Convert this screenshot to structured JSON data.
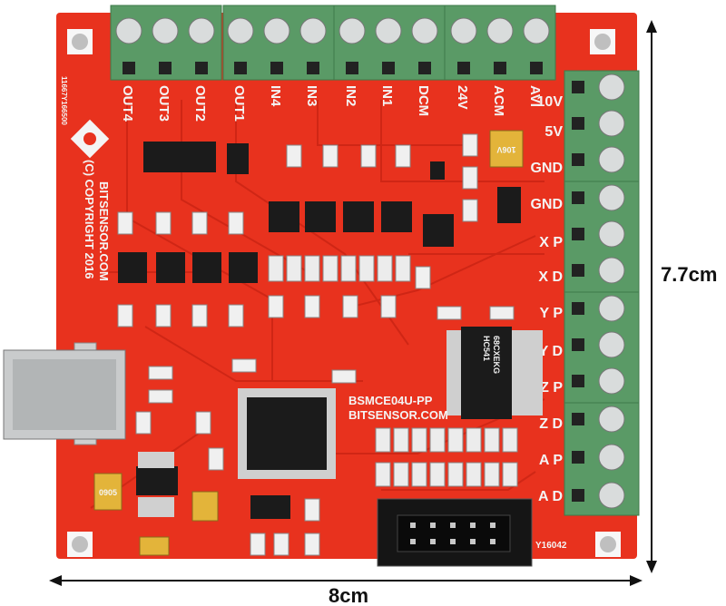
{
  "dimensions": {
    "height": "7.7cm",
    "width": "8cm"
  },
  "top_terminal_labels": [
    "OUT4",
    "OUT3",
    "OUT2",
    "OUT1",
    "IN4",
    "IN3",
    "IN2",
    "IN1",
    "DCM",
    "24V",
    "ACM",
    "AVI"
  ],
  "right_terminal_labels": [
    "10V",
    "5V",
    "GND",
    "GND",
    "X P",
    "X D",
    "Y P",
    "Y D",
    "Z P",
    "Z D",
    "A P",
    "A D"
  ],
  "board_text": {
    "model": "BSMCE04U-PP",
    "site": "BITSENSOR.COM",
    "silk_brand": "BITSENSOR.COM",
    "silk_copyright": "(C) COPYRIGHT 2016",
    "serial_left": "11667Y166500",
    "serial_bottom": "Y16042",
    "chip_hc541": "HC541",
    "chip_hc541_code": "68CXEKG",
    "cap_top": "106V",
    "cap_left": "0905"
  },
  "colors": {
    "pcb": "#e8321e",
    "terminal": "#5a9a66",
    "screw": "#d9dcdc",
    "chip": "#1b1b1b"
  }
}
